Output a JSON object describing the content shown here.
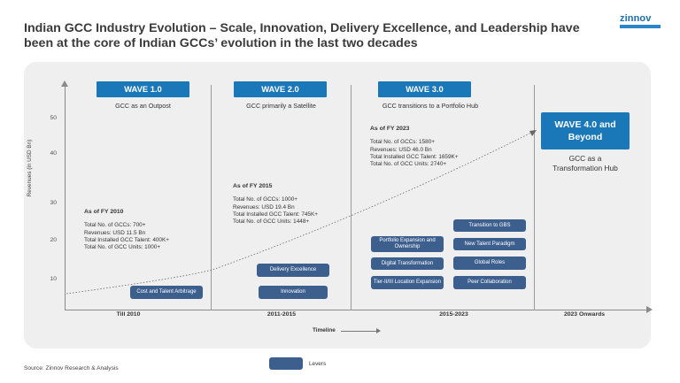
{
  "title": "Indian GCC Industry Evolution – Scale, Innovation, Delivery Excellence, and Leadership have been at the core of Indian GCCs’ evolution in the last two decades",
  "logo": "zinnov",
  "y_axis": {
    "label": "Revenues (in USD Bn)",
    "ticks": [
      "50",
      "40",
      "30",
      "20",
      "10"
    ]
  },
  "x_axis": {
    "label": "Timeline",
    "periods": [
      "Till 2010",
      "2011-2015",
      "2015-2023",
      "2023 Onwards"
    ]
  },
  "waves": [
    {
      "label": "WAVE 1.0",
      "subtitle": "GCC as an Outpost",
      "stats_head": "As of FY 2010",
      "stats": [
        "Total No. of GCCs: 700+",
        "Revenues: USD 11.5 Bn",
        "Total Installed GCC Talent: 400K+",
        "Total No. of GCC Units: 1000+"
      ],
      "levers": [
        "Cost and Talent Arbitrage"
      ]
    },
    {
      "label": "WAVE 2.0",
      "subtitle": "GCC primarily a Satellite",
      "stats_head": "As of FY 2015",
      "stats": [
        "Total No. of GCCs: 1000+",
        "Revenues: USD 19.4 Bn",
        "Total Installed GCC Talent: 745K+",
        "Total No. of GCC Units: 1448+"
      ],
      "levers": [
        "Delivery Excellence",
        "Innovation"
      ]
    },
    {
      "label": "WAVE 3.0",
      "subtitle": "GCC transitions to a Portfolio Hub",
      "stats_head": "As of FY 2023",
      "stats": [
        "Total No. of GCCs: 1580+",
        "Revenues: USD 46.0 Bn",
        "Total Installed GCC Talent: 1659K+",
        "Total No. of GCC Units: 2740+"
      ],
      "levers_left": [
        "Portfolio Expansion and Ownership",
        "Digital Transformation",
        "Tier-II/III Location Expansion"
      ],
      "levers_right": [
        "Transition to GBS",
        "New Talent Paradigm",
        "Global Roles",
        "Peer Collaboration"
      ]
    },
    {
      "label_line1": "WAVE 4.0 and",
      "label_line2": "Beyond",
      "subtitle_line1": "GCC as a",
      "subtitle_line2": "Transformation Hub"
    }
  ],
  "legend": "Levers",
  "source": "Source: Zinnov Research & Analysis",
  "colors": {
    "wave_box": "#1b78b8",
    "lever_box": "#3d5f8e",
    "panel": "#efefef"
  }
}
